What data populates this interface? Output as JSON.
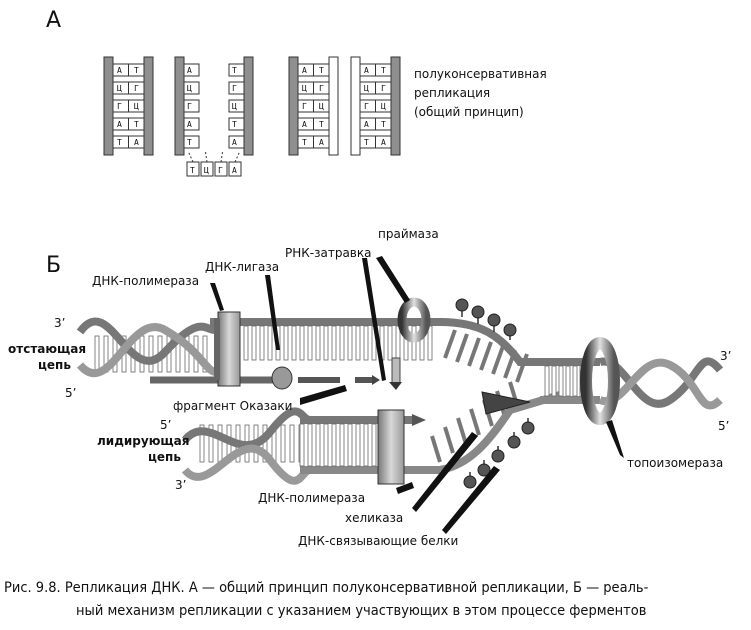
{
  "panel_a": {
    "letter": "А",
    "description": [
      "полуконсервативная",
      "репликация",
      "(общий принцип)"
    ],
    "pairs": [
      [
        "А",
        "Т"
      ],
      [
        "Ц",
        "Г"
      ],
      [
        "Г",
        "Ц"
      ],
      [
        "А",
        "Т"
      ],
      [
        "Т",
        "А"
      ]
    ],
    "free_nucleotides": [
      "Т",
      "Ц",
      "Г",
      "А"
    ]
  },
  "panel_b": {
    "letter": "Б",
    "labels": {
      "primase": "праймаза",
      "rna_primer": "РНК-затравка",
      "dna_ligase": "ДНК-лигаза",
      "dna_polymerase_top": "ДНК-полимераза",
      "lagging_strand": [
        "отстающая",
        "цепь"
      ],
      "okazaki": "фрагмент Оказаки",
      "leading_strand": [
        "лидирующая",
        "цепь"
      ],
      "dna_polymerase_bottom": "ДНК-полимераза",
      "helicase": "хеликаза",
      "ssb": "ДНК-связывающие белки",
      "topoisomerase": "топоизомераза"
    },
    "ends": {
      "lag_top": "3’",
      "lag_bottom": "5’",
      "lead_top": "5’",
      "lead_bottom": "3’",
      "right_top": "3’",
      "right_bottom": "5’"
    }
  },
  "caption": {
    "line1": "Рис. 9.8. Репликация ДНК. А — общий принцип полуконсервативной репликации, Б — реаль-",
    "line2": "ный механизм репликации с указанием участвующих в этом процессе ферментов"
  }
}
